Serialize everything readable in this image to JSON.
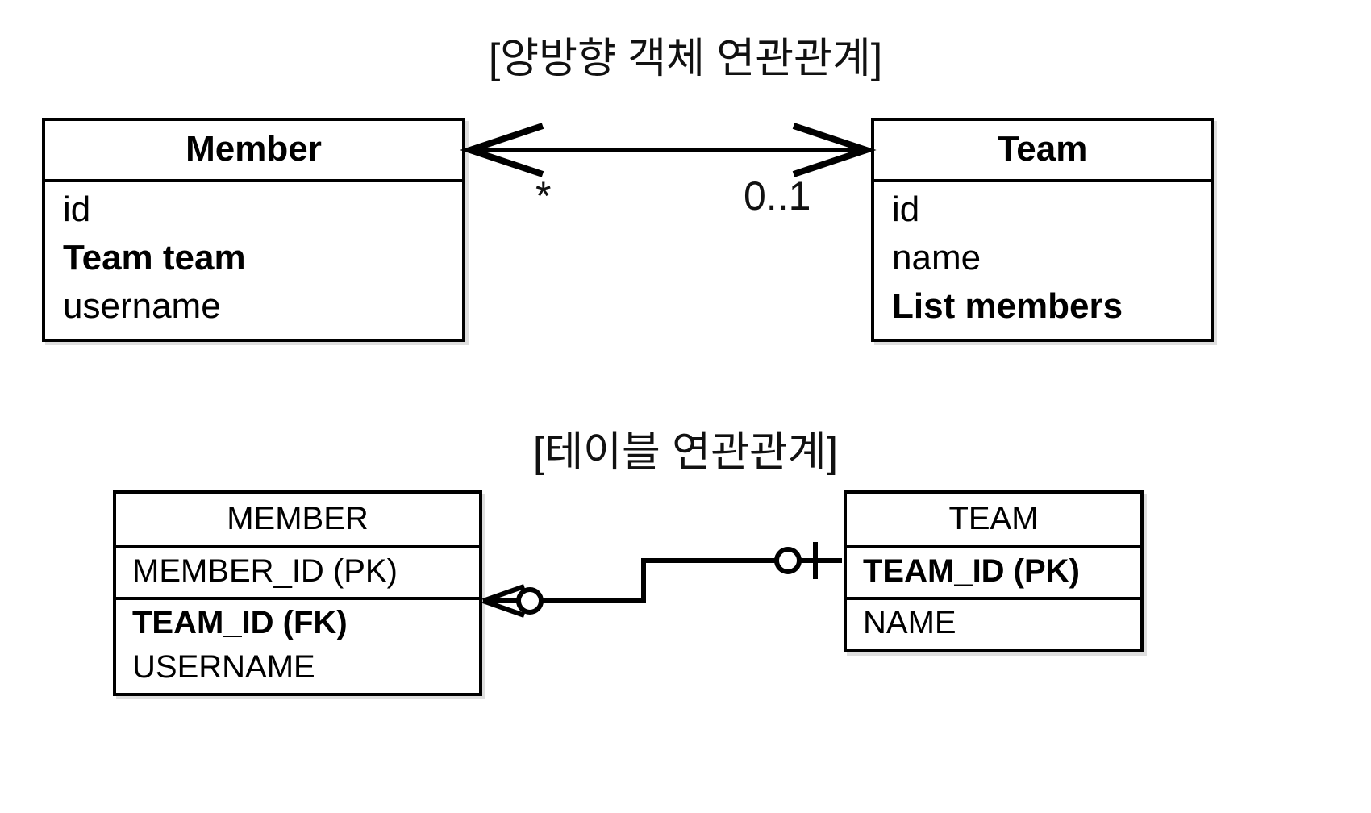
{
  "page": {
    "background": "#ffffff",
    "ink": "#000000"
  },
  "sections": {
    "object": {
      "title": "[양방향 객체 연관관계]",
      "member_class": {
        "name": "Member",
        "attributes": [
          {
            "text": "id",
            "bold": false
          },
          {
            "text": "Team team",
            "bold": true
          },
          {
            "text": "username",
            "bold": false
          }
        ]
      },
      "team_class": {
        "name": "Team",
        "attributes": [
          {
            "text": "id",
            "bold": false
          },
          {
            "text": "name",
            "bold": false
          },
          {
            "text": "List members",
            "bold": true
          }
        ]
      },
      "association": {
        "kind": "bidirectional-association",
        "arrow": "double-headed",
        "multiplicity_left": "*",
        "multiplicity_right": "0..1"
      }
    },
    "table": {
      "title": "[테이블 연관관계]",
      "member_table": {
        "name": "MEMBER",
        "groups": [
          {
            "divided": true,
            "columns": [
              {
                "text": "MEMBER_ID (PK)",
                "bold": false
              }
            ]
          },
          {
            "divided": false,
            "columns": [
              {
                "text": "TEAM_ID (FK)",
                "bold": true
              },
              {
                "text": "USERNAME",
                "bold": false
              }
            ]
          }
        ]
      },
      "team_table": {
        "name": "TEAM",
        "groups": [
          {
            "divided": true,
            "columns": [
              {
                "text": "TEAM_ID (PK)",
                "bold": true
              }
            ]
          },
          {
            "divided": false,
            "columns": [
              {
                "text": "NAME",
                "bold": false
              }
            ]
          }
        ]
      },
      "relationship": {
        "notation": "crows-foot",
        "member_end": "zero-or-many",
        "team_end": "zero-or-one"
      }
    }
  }
}
